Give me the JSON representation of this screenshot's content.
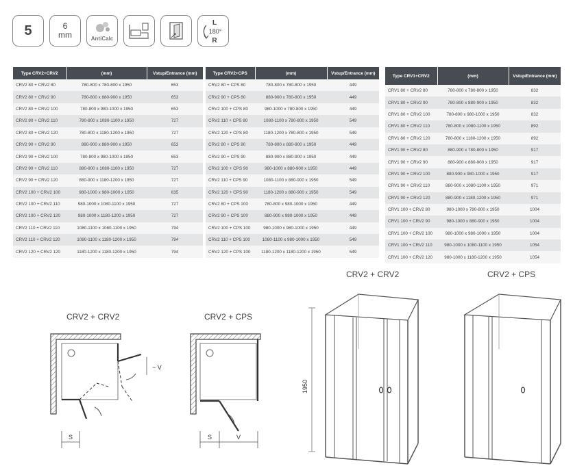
{
  "badges": {
    "thickness_value": "5",
    "glass": {
      "value": "6",
      "unit": "mm"
    },
    "anticalc": "AntiCalc",
    "bathroom_icon": "bathroom-icon",
    "door_install_icon": "door-install-icon",
    "reversible": {
      "left": "L",
      "angle": "180°",
      "right": "R"
    }
  },
  "tables": [
    {
      "headers": [
        "Type CRV2+CRV2",
        "(mm)",
        "Vstup/Entrance (mm)"
      ],
      "rows": [
        [
          "CRV2 80 + CRV2 80",
          "780-800 x 780-800 x 1950",
          "653"
        ],
        [
          "CRV2 80 + CRV2 90",
          "780-800 x 880-900 x 1950",
          "653"
        ],
        [
          "CRV2 80 + CRV2 100",
          "780-800 x 980-1000 x 1950",
          "653"
        ],
        [
          "CRV2 80 + CRV2 110",
          "780-800 x 1080-1100 x 1950",
          "727"
        ],
        [
          "CRV2 80 + CRV2 120",
          "780-800 x 1180-1200 x 1950",
          "727"
        ],
        [
          "CRV2 90 + CRV2 90",
          "880-900 x 880-900 x 1950",
          "653"
        ],
        [
          "CRV2 90 + CRV2 100",
          "780-800 x 980-1000 x 1950",
          "653"
        ],
        [
          "CRV2 90 + CRV2 110",
          "880-900 x 1080-1100 x 1950",
          "727"
        ],
        [
          "CRV2 90 + CRV2 120",
          "880-900 x 1180-1200 x 1950",
          "727"
        ],
        [
          "CRV2 100 + CRV2 100",
          "980-1000 x 980-1000 x 1950",
          "635"
        ],
        [
          "CRV2 100 + CRV2 110",
          "980-1000 x 1080-1100 x 1950",
          "727"
        ],
        [
          "CRV2 100 + CRV2 120",
          "980-1000 x 1180-1200 x 1950",
          "727"
        ],
        [
          "CRV2 110 + CRV2 110",
          "1080-1100 x 1080-1100 x 1950",
          "794"
        ],
        [
          "CRV2 110 + CRV2 120",
          "1080-1100 x 1180-1200 x 1950",
          "794"
        ],
        [
          "CRV2 120 + CRV2 120",
          "1180-1200 x 1180-1200 x 1950",
          "794"
        ]
      ]
    },
    {
      "headers": [
        "Type CRV2+CPS",
        "(mm)",
        "Vstup/Entrance (mm)"
      ],
      "rows": [
        [
          "CRV2 80 + CPS 80",
          "780-800 x 780-800 x 1950",
          "449"
        ],
        [
          "CRV2 90 + CPS 80",
          "880-900 x 780-800 x 1950",
          "449"
        ],
        [
          "CRV2 100 + CPS 80",
          "980-1000 x 780-800 x 1950",
          "449"
        ],
        [
          "CRV2 110 + CPS 80",
          "1080-1100 x 780-800 x 1950",
          "549"
        ],
        [
          "CRV2 120 + CPS 80",
          "1180-1200 x 780-800 x 1950",
          "549"
        ],
        [
          "CRV2 80 + CPS 90",
          "780-800 x 880-900 x 1950",
          "449"
        ],
        [
          "CRV2 90 + CPS  90",
          "880-900 x 880-900 x 1950",
          "449"
        ],
        [
          "CRV2 100 + CPS 90",
          "980-1000 x 880-900 x 1950",
          "449"
        ],
        [
          "CRV2 110 + CPS 90",
          "1080-1100 x 880-900 x 1950",
          "549"
        ],
        [
          "CRV2 120 + CPS 90",
          "1180-1200 x 880-900 x 1950",
          "549"
        ],
        [
          "CRV2 80 + CPS 100",
          "780-800 x 980-1000 x 1950",
          "449"
        ],
        [
          "CRV2 90 + CPS 100",
          "880-900 x 980-1000 x 1950",
          "449"
        ],
        [
          "CRV2 100 + CPS 100",
          "980-1000 x 980-1000 x 1950",
          "449"
        ],
        [
          "CRV2 110 + CPS 100",
          "1080-1100 x 980-1000 x 1950",
          "549"
        ],
        [
          "CRV2 120 + CPS 100",
          "1180-1200 x 1180-1200 x 1950",
          "549"
        ]
      ]
    },
    {
      "headers": [
        "Type CRV1+CRV2",
        "(mm)",
        "Vstup/Entrance (mm)"
      ],
      "rows": [
        [
          "CRV1 80 + CRV2 80",
          "780-800 x 780-800 x 1950",
          "832"
        ],
        [
          "CRV1 80 + CRV2 90",
          "780-800 x 880-900 x 1950",
          "832"
        ],
        [
          "CRV1 80 + CRV2 100",
          "780-800 x 980-1000 x 1950",
          "832"
        ],
        [
          "CRV1 80 + CRV2 110",
          "780-800 x 1080-1100 x 1950",
          "892"
        ],
        [
          "CRV1 80 + CRV2 120",
          "780-800 x 1180-1200 x 1950",
          "892"
        ],
        [
          "CRV1 90 + CRV2 80",
          "880-900 x 780-800 x 1950",
          "917"
        ],
        [
          "CRV1 90 + CRV2 90",
          "880-900 x 880-900 x 1950",
          "917"
        ],
        [
          "CRV1 90 + CRV2 100",
          "880-900 x 980-1000 x 1950",
          "917"
        ],
        [
          "CRV1 90 + CRV2 110",
          "880-900 x 1080-1100 x 1950",
          "971"
        ],
        [
          "CRV1 90 + CRV2 120",
          "880-900 x 1180-1200 x 1950",
          "971"
        ],
        [
          "CRV1 100 + CRV2 80",
          "980-1000 x 780-800 x 1950",
          "1004"
        ],
        [
          "CRV1 100 + CRV2 90",
          "980-1000 x 880-900 x 1950",
          "1004"
        ],
        [
          "CRV1 100 + CRV2 100",
          "980-1000 x 980-1000 x 1950",
          "1004"
        ],
        [
          "CRV1 100 + CRV2 110",
          "980-1000 x 1080-1100 x 1950",
          "1054"
        ],
        [
          "CRV1 100 + CRV2 120",
          "980-1000 x 1180-1200 x 1950",
          "1054"
        ]
      ]
    }
  ],
  "diagrams": {
    "plan_crv2_title": "CRV2 + CRV2",
    "plan_cps_title": "CRV2 + CPS",
    "view_crv2_title": "CRV2 + CRV2",
    "view_cps_title": "CRV2 + CPS",
    "dim_s": "S",
    "dim_v": "V",
    "dim_v_offset": "~ V",
    "height_label": "1950"
  }
}
